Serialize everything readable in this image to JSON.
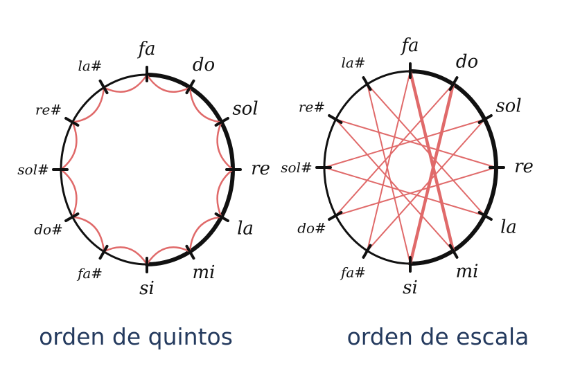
{
  "colors": {
    "ink": "#111111",
    "chord": "#e06a6a",
    "caption": "#243a5e",
    "background": "#ffffff"
  },
  "diagrams": [
    {
      "id": "fifths",
      "caption": "orden de quintos",
      "notes": [
        "fa",
        "do",
        "sol",
        "re",
        "la",
        "mi",
        "si",
        "fa#",
        "do#",
        "sol#",
        "re#",
        "la#"
      ],
      "connection_style": "scalloped-arcs-between-adjacent-notes",
      "bold_arc_notes": [
        "fa",
        "do",
        "sol",
        "re",
        "la",
        "mi",
        "si"
      ]
    },
    {
      "id": "scale",
      "caption": "orden de escala",
      "notes": [
        "fa",
        "do",
        "sol",
        "re",
        "la",
        "mi",
        "si",
        "fa#",
        "do#",
        "sol#",
        "re#",
        "la#"
      ],
      "connection_style": "straight-chords-between-semitone-neighbours",
      "bold_arc_notes": [
        "fa",
        "do",
        "sol",
        "re",
        "la",
        "mi",
        "si"
      ]
    }
  ]
}
